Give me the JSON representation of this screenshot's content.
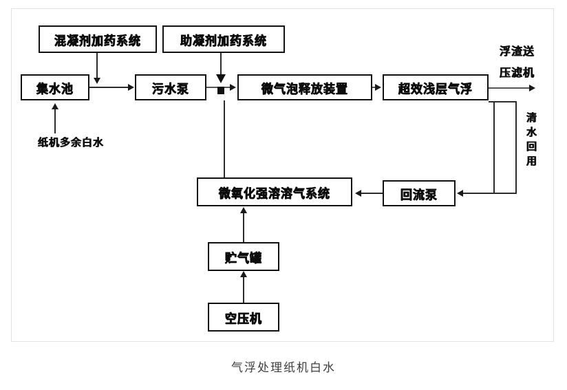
{
  "figure": {
    "caption": "气浮处理纸机白水",
    "type": "process-flow-diagram"
  },
  "nodes": {
    "coagulant_dosing": "混凝剂加药系统",
    "flocculant_dosing": "助凝剂加药系统",
    "collection_tank": "集水池",
    "sewage_pump": "污水泵",
    "microbubble_release": "微气泡释放装置",
    "shallow_air_flotation": "超效浅层气浮",
    "micro_oxidation_dissolving": "微氧化强溶溶气系统",
    "reflux_pump": "回流泵",
    "gas_storage_tank": "贮气罐",
    "air_compressor": "空压机"
  },
  "labels": {
    "inflow": "纸机多余白水",
    "scum_out_line1": "浮渣送",
    "scum_out_line2": "压滤机",
    "clear_water_reuse": "清水回用"
  },
  "colors": {
    "box_stroke": "#111111",
    "line": "#2b2b2b",
    "frame": "#e3e3e3",
    "caption": "#3d3d3d",
    "background": "#ffffff"
  }
}
